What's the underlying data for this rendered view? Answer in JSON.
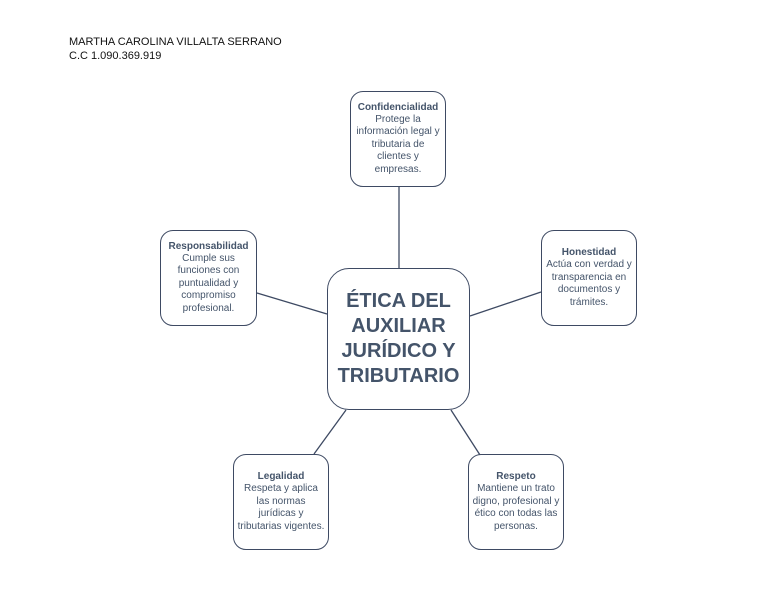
{
  "author": {
    "name": "MARTHA CAROLINA VILLALTA SERRANO",
    "id": "C.C 1.090.369.919"
  },
  "center": {
    "title": "ÉTICA DEL AUXILIAR JURÍDICO Y TRIBUTARIO"
  },
  "nodes": [
    {
      "title": "Confidencialidad",
      "desc": "Protege la información legal y tributaria de clientes y empresas."
    },
    {
      "title": "Honestidad",
      "desc": "Actúa con verdad y transparencia en documentos y trámites."
    },
    {
      "title": "Respeto",
      "desc": "Mantiene un trato digno, profesional y ético con todas las personas."
    },
    {
      "title": "Legalidad",
      "desc": "Respeta y aplica las normas jurídicas y tributarias vigentes."
    },
    {
      "title": "Responsabilidad",
      "desc": "Cumple sus funciones con puntualidad y compromiso profesional."
    }
  ],
  "colors": {
    "border": "#3e4a63",
    "text": "#44546a",
    "connector": "#3e4a63"
  }
}
